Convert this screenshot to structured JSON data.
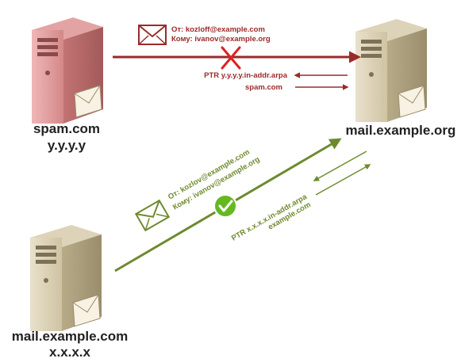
{
  "spam_server": {
    "name": "spam.com",
    "ip": "y.y.y.y",
    "color": "#d98c8c"
  },
  "target_server": {
    "name": "mail.example.org"
  },
  "legit_server": {
    "name": "mail.example.com",
    "ip": "x.x.x.x"
  },
  "spam_flow": {
    "from": "От: kozloff@example.com",
    "to": "Кому: ivanov@example.org",
    "ptr_query": "PTR y.y.y.y.in-addr.arpa",
    "ptr_answer": "spam.com",
    "status_icon": "x-mark-icon",
    "color": "#9b2a2a"
  },
  "legit_flow": {
    "from": "От: kozlov@example.com",
    "to": "Кому: ivanov@example.org",
    "ptr_query": "PTR x.x.x.x.in-addr.arpa",
    "ptr_answer": "example.com",
    "status_icon": "check-mark-icon",
    "color": "#6e8a2e"
  }
}
